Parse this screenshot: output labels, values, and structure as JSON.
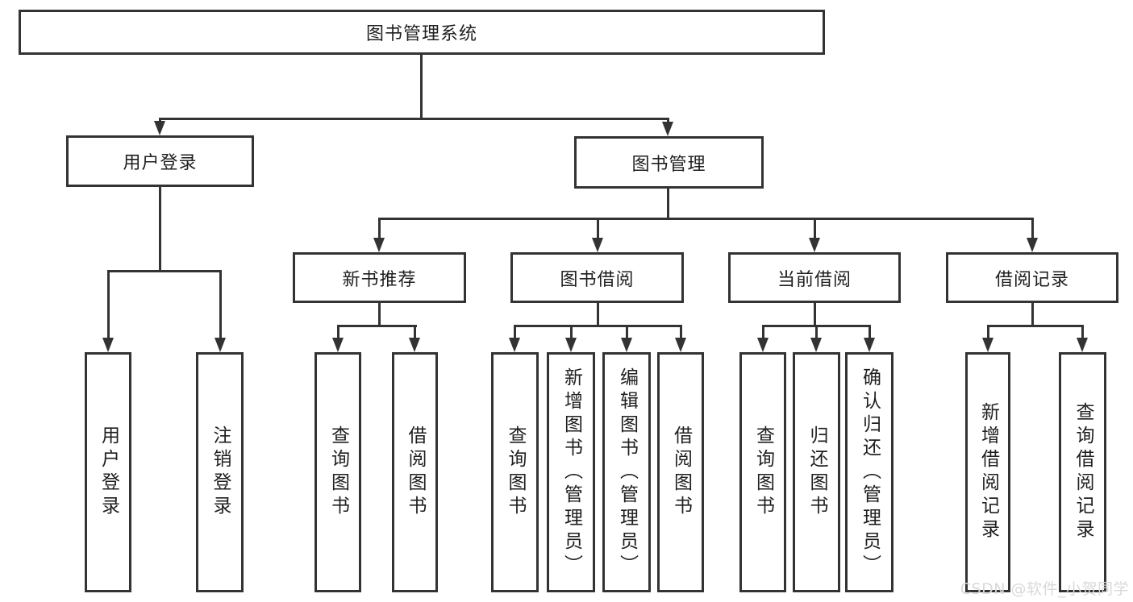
{
  "diagram": {
    "root": {
      "label": "图书管理系统"
    },
    "level2": [
      {
        "label": "用户登录"
      },
      {
        "label": "图书管理"
      }
    ],
    "level3": [
      {
        "label": "新书推荐",
        "parent": "图书管理"
      },
      {
        "label": "图书借阅",
        "parent": "图书管理"
      },
      {
        "label": "当前借阅",
        "parent": "图书管理"
      },
      {
        "label": "借阅记录",
        "parent": "图书管理"
      }
    ],
    "leaves": [
      {
        "label": "用户登录",
        "parent": "用户登录"
      },
      {
        "label": "注销登录",
        "parent": "用户登录"
      },
      {
        "label": "查询图书",
        "parent": "新书推荐"
      },
      {
        "label": "借阅图书",
        "parent": "新书推荐"
      },
      {
        "label": "查询图书",
        "parent": "图书借阅"
      },
      {
        "label": "新增图书（管理员）",
        "parent": "图书借阅"
      },
      {
        "label": "编辑图书（管理员）",
        "parent": "图书借阅"
      },
      {
        "label": "借阅图书",
        "parent": "图书借阅"
      },
      {
        "label": "查询图书",
        "parent": "当前借阅"
      },
      {
        "label": "归还图书",
        "parent": "当前借阅"
      },
      {
        "label": "确认归还（管理员）",
        "parent": "当前借阅"
      },
      {
        "label": "新增借阅记录",
        "parent": "借阅记录"
      },
      {
        "label": "查询借阅记录",
        "parent": "借阅记录"
      }
    ]
  },
  "watermark": {
    "text": "CSDN @软件_小贺同学"
  },
  "colors": {
    "line": "#333333",
    "text": "#1f1f1f",
    "watermark": "#d9d9d9",
    "background": "#ffffff"
  }
}
